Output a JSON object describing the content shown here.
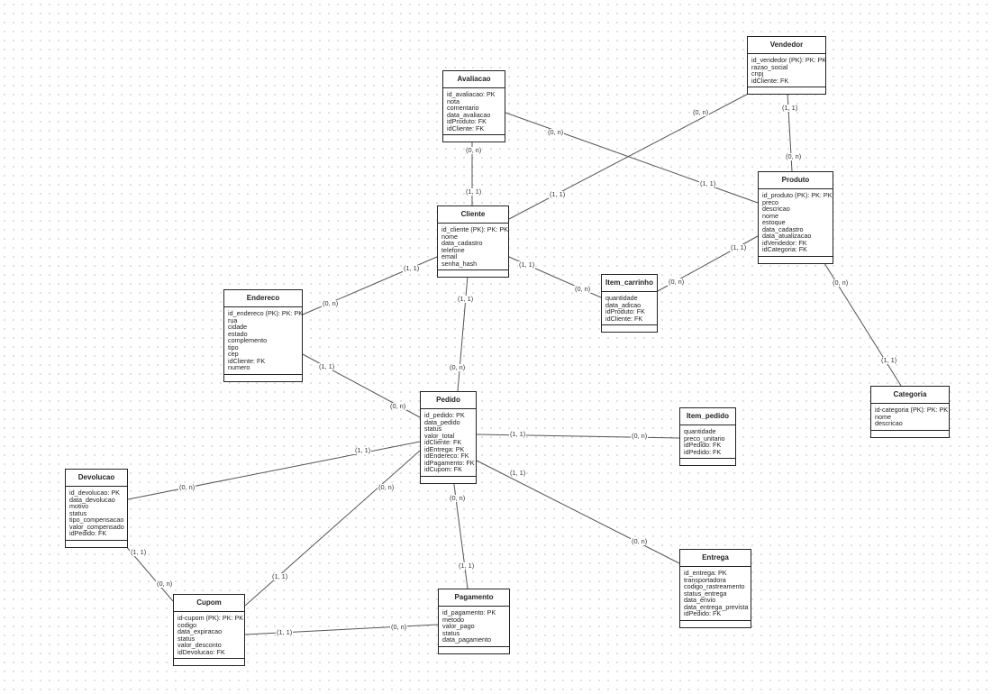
{
  "entities": [
    {
      "id": "vendedor",
      "name": "Vendedor",
      "attributes": [
        "id_vendedor (PK): PK: PK",
        "razao_social",
        "cnpj",
        "idCliente: FK"
      ]
    },
    {
      "id": "avaliacao",
      "name": "Avaliacao",
      "attributes": [
        "id_avaliacao: PK",
        "nota",
        "comentario",
        "data_avaliacao",
        "idProduto: FK",
        "idCliente: FK"
      ]
    },
    {
      "id": "produto",
      "name": "Produto",
      "attributes": [
        "id_produto (PK): PK: PK",
        "preco",
        "descricao",
        "nome",
        "estoque",
        "data_cadastro",
        "data_atualizacao",
        "idVendedor: FK",
        "idCategoria: FK"
      ]
    },
    {
      "id": "cliente",
      "name": "Cliente",
      "attributes": [
        "id_cliente (PK): PK: PK",
        "nome",
        "data_cadastro",
        "telefone",
        "email",
        "senha_hash"
      ]
    },
    {
      "id": "item_carrinho",
      "name": "Item_carrinho",
      "attributes": [
        "quantidade",
        "data_adicao",
        "idProduto: FK",
        "idCliente: FK"
      ]
    },
    {
      "id": "endereco",
      "name": "Endereco",
      "attributes": [
        "id_endereco (PK): PK: PK",
        "rua",
        "cidade",
        "estado",
        "complemento",
        "tipo",
        "cep",
        "idCliente: FK",
        "numero"
      ]
    },
    {
      "id": "categoria",
      "name": "Categoria",
      "attributes": [
        "id-categoria (PK): PK: PK",
        "nome",
        "descricao"
      ]
    },
    {
      "id": "pedido",
      "name": "Pedido",
      "attributes": [
        "id_pedido: PK",
        "data_pedido",
        "status",
        "valor_total",
        "idCliente: FK",
        "idEntrega: PK",
        "idEndereco: FK",
        "idPagamento: FK",
        "idCupom: FK"
      ]
    },
    {
      "id": "item_pedido",
      "name": "Item_pedido",
      "attributes": [
        "quantidade",
        "preco_unitario",
        "idPedido: FK",
        "idPedido: FK"
      ]
    },
    {
      "id": "devolucao",
      "name": "Devolucao",
      "attributes": [
        "id_devolucao: PK",
        "data_devolucao",
        "motivo",
        "status",
        "tipo_compensacao",
        "valor_compensado",
        "idPedido: FK"
      ]
    },
    {
      "id": "entrega",
      "name": "Entrega",
      "attributes": [
        "id_entrega: PK",
        "transportadora",
        "codigo_rastreamento",
        "status_entrega",
        "data_envio",
        "data_entrega_prevista",
        "idPedido: FK"
      ]
    },
    {
      "id": "cupom",
      "name": "Cupom",
      "attributes": [
        "id-cupom (PK): PK: PK",
        "codigo",
        "data_expiracao",
        "status",
        "valor_desconto",
        "idDevolucao: FK"
      ]
    },
    {
      "id": "pagamento",
      "name": "Pagamento",
      "attributes": [
        "id_pagamento: PK",
        "metodo",
        "valor_pago",
        "status",
        "data_pagamento"
      ]
    }
  ],
  "relationships": [
    {
      "from": "vendedor",
      "to": "produto",
      "from_card": "(1, 1)",
      "to_card": "(0, n)"
    },
    {
      "from": "vendedor",
      "to": "cliente",
      "from_card": "(0, n)",
      "to_card": "(1, 1)"
    },
    {
      "from": "avaliacao",
      "to": "cliente",
      "from_card": "(0, n)",
      "to_card": "(1, 1)"
    },
    {
      "from": "avaliacao",
      "to": "produto",
      "from_card": "(0, n)",
      "to_card": "(1, 1)"
    },
    {
      "from": "cliente",
      "to": "endereco",
      "from_card": "(1, 1)",
      "to_card": "(0, n)"
    },
    {
      "from": "cliente",
      "to": "item_carrinho",
      "from_card": "(1, 1)",
      "to_card": "(0, n)"
    },
    {
      "from": "produto",
      "to": "item_carrinho",
      "from_card": "(1, 1)",
      "to_card": "(0, n)"
    },
    {
      "from": "produto",
      "to": "categoria",
      "from_card": "(0, n)",
      "to_card": "(1, 1)"
    },
    {
      "from": "cliente",
      "to": "pedido",
      "from_card": "(1, 1)",
      "to_card": "(0, n)"
    },
    {
      "from": "endereco",
      "to": "pedido",
      "from_card": "(1, 1)",
      "to_card": "(0, n)"
    },
    {
      "from": "pedido",
      "to": "item_pedido",
      "from_card": "(1, 1)",
      "to_card": "(0, n)"
    },
    {
      "from": "pedido",
      "to": "devolucao",
      "from_card": "(1, 1)",
      "to_card": "(0, n)"
    },
    {
      "from": "pedido",
      "to": "cupom",
      "from_card": "(0, n)",
      "to_card": "(1, 1)"
    },
    {
      "from": "pedido",
      "to": "pagamento",
      "from_card": "(0, n)",
      "to_card": "(1, 1)"
    },
    {
      "from": "pedido",
      "to": "entrega",
      "from_card": "(1, 1)",
      "to_card": "(0, n)"
    },
    {
      "from": "devolucao",
      "to": "cupom",
      "from_card": "(1, 1)",
      "to_card": "(0, n)"
    },
    {
      "from": "cupom",
      "to": "pagamento",
      "from_card": "(1, 1)",
      "to_card": "(0, n)"
    }
  ]
}
